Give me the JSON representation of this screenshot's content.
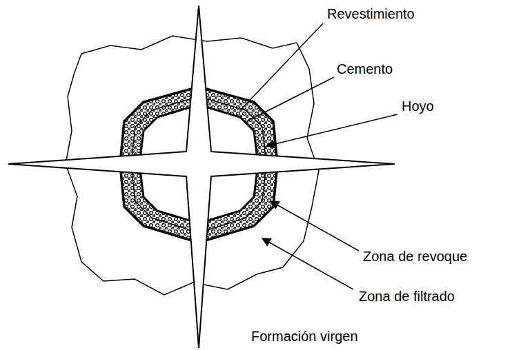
{
  "diagram": {
    "labels": [
      "Revestimiento",
      "Cemento",
      "Hoyo",
      "Zona de revoque",
      "Zona de filtrado",
      "Formación virgen"
    ]
  }
}
